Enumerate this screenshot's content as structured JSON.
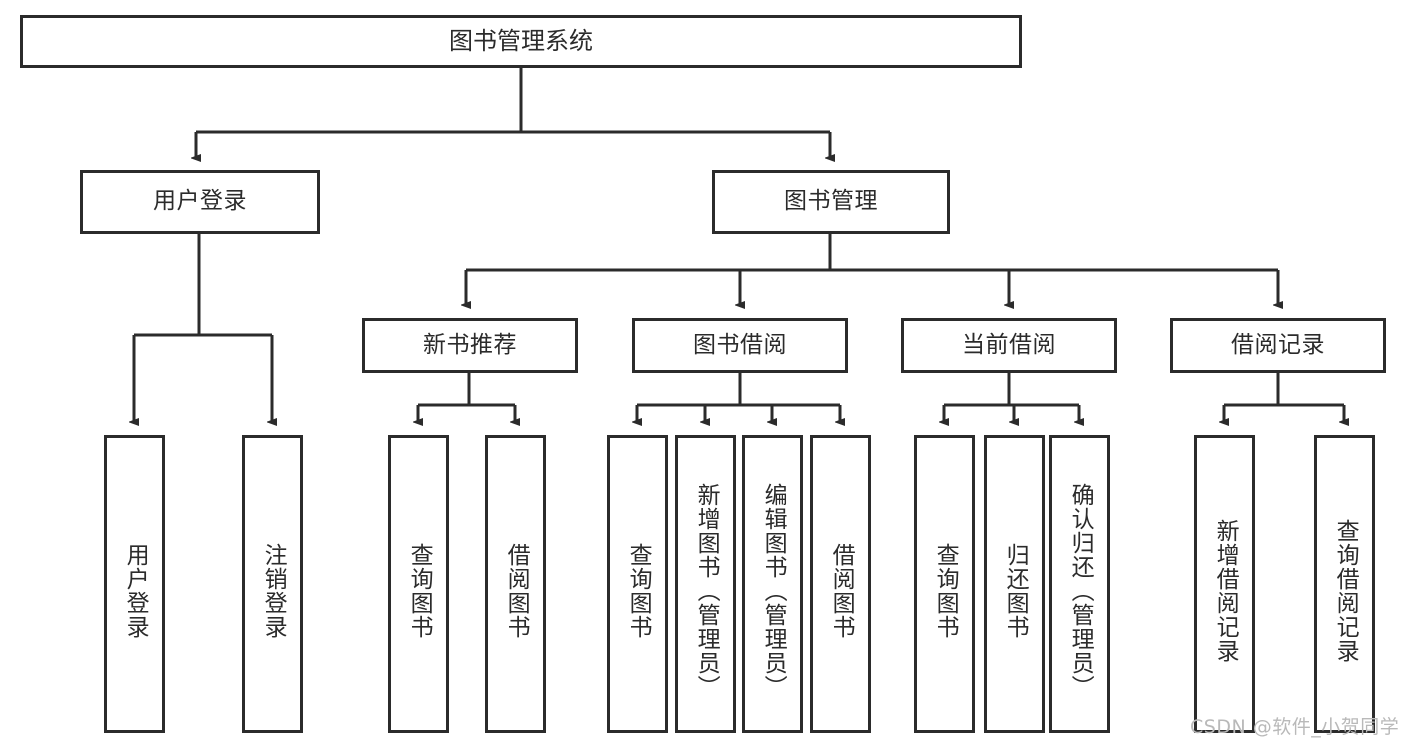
{
  "diagram": {
    "title": "图书管理系统",
    "type": "tree-hierarchy-chart",
    "root": {
      "label": "图书管理系统"
    },
    "level2": [
      {
        "label": "用户登录"
      },
      {
        "label": "图书管理"
      }
    ],
    "level3": [
      {
        "label": "新书推荐"
      },
      {
        "label": "图书借阅"
      },
      {
        "label": "当前借阅"
      },
      {
        "label": "借阅记录"
      }
    ],
    "leaves": {
      "user_login": [
        {
          "label": "用户登录"
        },
        {
          "label": "注销登录"
        }
      ],
      "new_book_recommend": [
        {
          "label": "查询图书"
        },
        {
          "label": "借阅图书"
        }
      ],
      "book_borrow": [
        {
          "label": "查询图书"
        },
        {
          "label": "新增图书（管理员）"
        },
        {
          "label": "编辑图书（管理员）"
        },
        {
          "label": "借阅图书"
        }
      ],
      "current_borrow": [
        {
          "label": "查询图书"
        },
        {
          "label": "归还图书"
        },
        {
          "label": "确认归还（管理员）"
        }
      ],
      "borrow_record": [
        {
          "label": "新增借阅记录"
        },
        {
          "label": "查询借阅记录"
        }
      ]
    }
  },
  "watermark": {
    "text": "CSDN @软件_小贺同学"
  },
  "colors": {
    "stroke": "#2b2b2b",
    "background": "#ffffff",
    "text": "#2b2b2b",
    "watermark": "#b9b9b9"
  }
}
